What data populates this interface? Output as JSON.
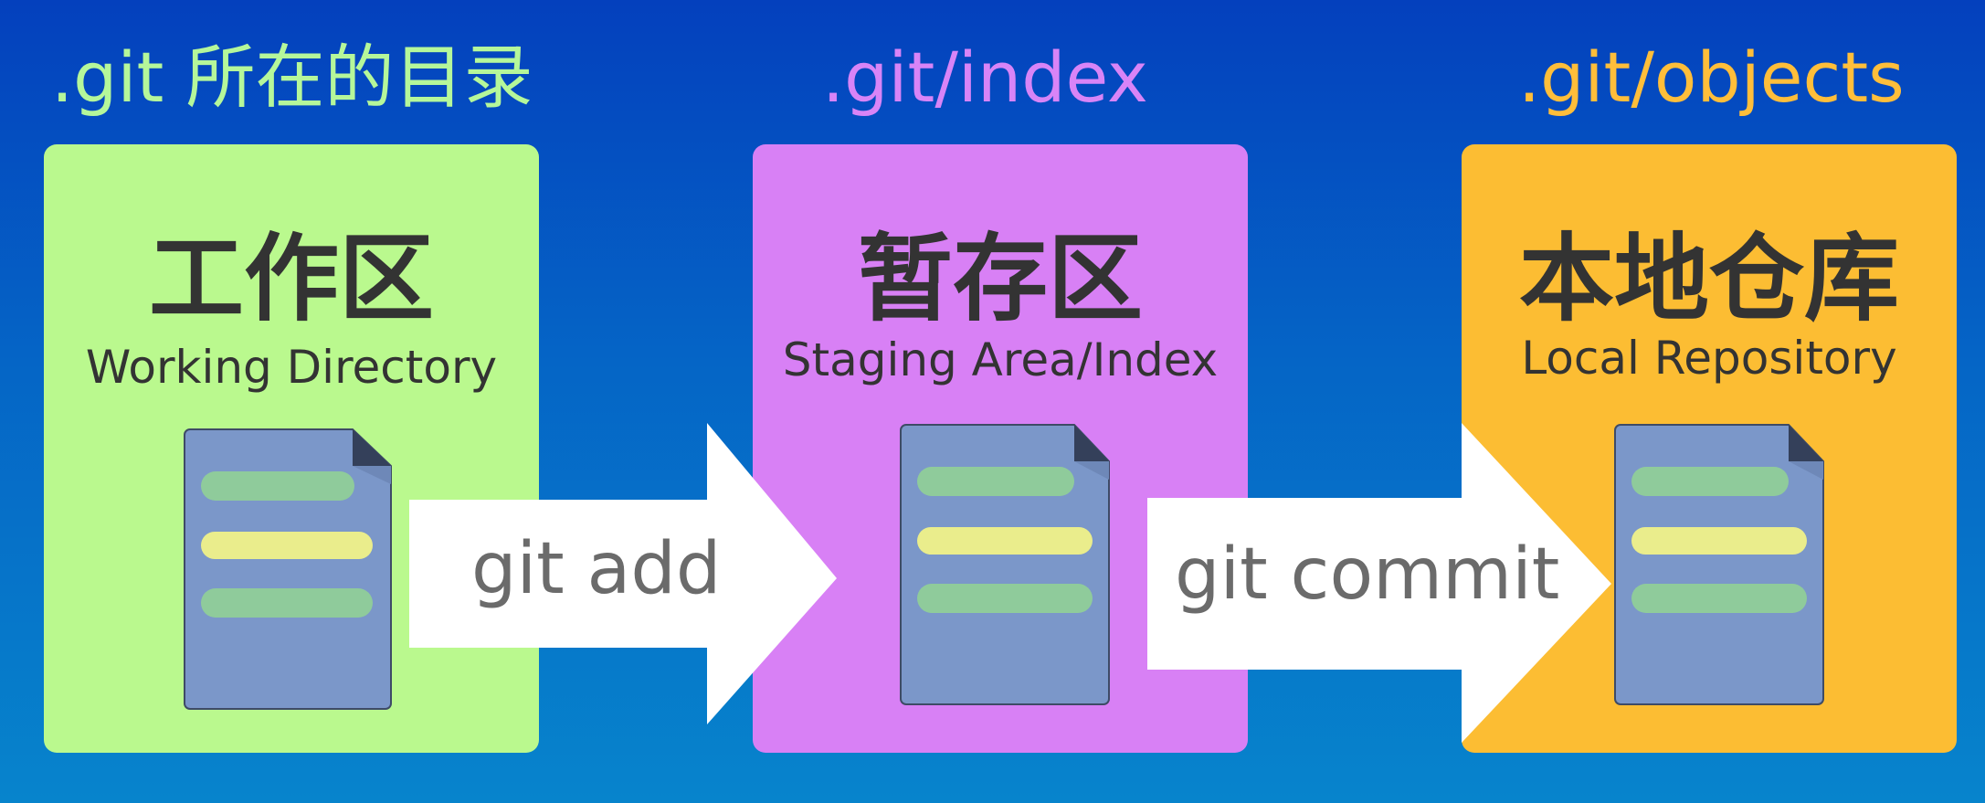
{
  "paths": {
    "working_directory": ".git 所在的目录",
    "index": ".git/index",
    "objects": ".git/objects"
  },
  "panels": {
    "working": {
      "title": "工作区",
      "subtitle": "Working Directory",
      "color": "#baf98e"
    },
    "staging": {
      "title": "暂存区",
      "subtitle": "Staging Area/Index",
      "color": "#d880f5"
    },
    "repository": {
      "title": "本地仓库",
      "subtitle": "Local Repository",
      "color": "#fcbd33"
    }
  },
  "commands": {
    "add": "git add",
    "commit": "git commit"
  },
  "colors": {
    "background_top": "#0440bd",
    "background_bottom": "#0784cc",
    "document": "#7b97c9",
    "document_line_green": "#8fcb9b",
    "document_line_yellow": "#eaed8c",
    "arrow": "#ffffff",
    "command_text": "#6b6b6b"
  },
  "icons": {
    "document": "document-icon",
    "arrow": "right-arrow-icon"
  }
}
